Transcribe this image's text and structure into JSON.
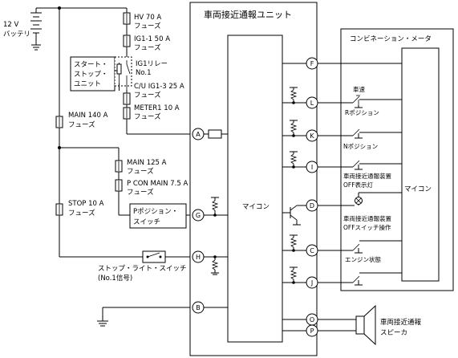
{
  "battery": {
    "line1": "12 V",
    "line2": "バッテリ"
  },
  "fuses": {
    "hv70": {
      "name": "HV 70 A",
      "sub": "フューズ"
    },
    "ig1_1": {
      "name": "IG1-1 50 A",
      "sub": "フューズ"
    },
    "cu_ig1_3": {
      "name": "C/U IG1-3 25 A",
      "sub": "フューズ"
    },
    "meter1": {
      "name": "METER1 10 A",
      "sub": "フューズ"
    },
    "main140": {
      "name": "MAIN 140 A",
      "sub": "フューズ"
    },
    "main125": {
      "name": "MAIN 125 A",
      "sub": "フューズ"
    },
    "pcon": {
      "name": "P CON MAIN 7.5 A",
      "sub": "フューズ"
    },
    "stop10": {
      "name": "STOP 10 A",
      "sub": "フューズ"
    }
  },
  "start_switch": {
    "line1": "スタート・",
    "line2": "ストップ・",
    "line3": "ユニット"
  },
  "ig1_relay": {
    "line1": "IG1リレー",
    "line2": "No.1"
  },
  "p_switch": {
    "line1": "Pポジション・",
    "line2": "スイッチ"
  },
  "stop_switch": {
    "line1": "ストップ・ライト・スイッチ",
    "line2": "(No.1信号)"
  },
  "unit": {
    "title": "車両接近通報ユニット",
    "micro": "マイコン"
  },
  "meter": {
    "title": "コンビネーション・メータ",
    "micro": "マイコン",
    "signals": {
      "speed": "車速",
      "r_pos": "Rポジション",
      "n_pos": "Nポジション",
      "off_lamp_1": "車両接近通報装置",
      "off_lamp_2": "OFF表示灯",
      "off_sw_1": "車両接近通報装置",
      "off_sw_2": "OFFスイッチ操作",
      "engine": "エンジン状態"
    }
  },
  "speaker": {
    "line1": "車両接近通報",
    "line2": "スピーカ"
  },
  "connectors": {
    "A": "A",
    "G": "G",
    "H": "H",
    "B": "B",
    "F": "F",
    "L": "L",
    "K": "K",
    "I": "I",
    "D": "D",
    "C": "C",
    "J": "J",
    "O": "O",
    "P": "P"
  }
}
